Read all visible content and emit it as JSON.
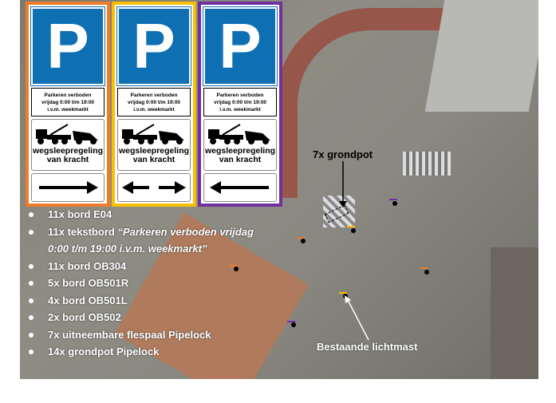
{
  "signs": [
    {
      "color": "#f07c2a",
      "text": [
        "Parkeren verboden",
        "vrijdag 0:00 t/m 19:00",
        "i.v.m. weekmarkt"
      ],
      "tow": [
        "wegsleepregeling",
        "van kracht"
      ],
      "arrow": "right"
    },
    {
      "color": "#f9c000",
      "text": [
        "Parkeren verboden",
        "vrijdag 0:00 t/m 19:00",
        "i.v.m. weekmarkt"
      ],
      "tow": [
        "wegsleepregeling",
        "van kracht"
      ],
      "arrow": "both"
    },
    {
      "color": "#7030a0",
      "text": [
        "Parkeren verboden",
        "vrijdag 0:00 t/m 19:00",
        "i.v.m. weekmarkt"
      ],
      "tow": [
        "wegsleepregeling",
        "van kracht"
      ],
      "arrow": "left"
    }
  ],
  "sign_letter": "P",
  "list": {
    "items": [
      "11x bord E04",
      "11x tekstbord ",
      "11x bord OB304",
      "5x bord OB501R",
      "4x bord OB501L",
      "2x bord OB502",
      "7x uitneembare flespaal Pipelock",
      "14x grondpot Pipelock"
    ],
    "item2_quote": "“Parkeren verboden vrijdag 0:00 t/m 19:00 i.v.m. weekmarkt”"
  },
  "annotations": {
    "grondpot": "7x grondpot",
    "lichtmast": "Bestaande lichtmast"
  }
}
